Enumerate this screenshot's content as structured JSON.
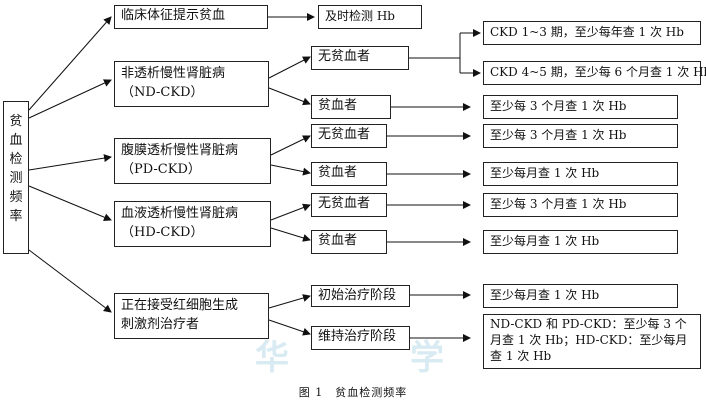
{
  "root": {
    "chars": [
      "贫",
      "血",
      "检",
      "测",
      "频",
      "率"
    ]
  },
  "categories": {
    "clinical": "临床体征提示贫血",
    "nd_ckd": [
      "非透析慢性肾脏病",
      "（ND-CKD）"
    ],
    "pd_ckd": [
      "腹膜透析慢性肾脏病",
      "（PD-CKD）"
    ],
    "hd_ckd": [
      "血液透析慢性肾脏病",
      "（HD-CKD）"
    ],
    "esa": [
      "正在接受红细胞生成",
      "刺激剂治疗者"
    ]
  },
  "states": {
    "nd_no": "无贫血者",
    "nd_yes": "贫血者",
    "pd_no": "无贫血者",
    "pd_yes": "贫血者",
    "hd_no": "无贫血者",
    "hd_yes": "贫血者",
    "esa_initial": "初始治疗阶段",
    "esa_maint": "维持治疗阶段"
  },
  "outcomes": {
    "clinical": "及时检测 Hb",
    "ckd13": "CKD 1~3 期，至少每年查 1 次 Hb",
    "ckd45": "CKD 4~5 期，至少每 6 个月查 1 次 Hb",
    "nd_yes": "至少每 3 个月查 1 次 Hb",
    "pd_no": "至少每 3 个月查 1 次 Hb",
    "pd_yes": "至少每月查 1 次 Hb",
    "hd_no": "至少每 3 个月查 1 次 Hb",
    "hd_yes": "至少每月查 1 次 Hb",
    "esa_initial": "至少每月查 1 次 Hb",
    "esa_maint": "ND-CKD 和 PD-CKD：至少每 3 个月查 1 次 Hb；HD-CKD：至少每月查 1 次 Hb"
  },
  "caption": "图 1　贫血检测频率"
}
